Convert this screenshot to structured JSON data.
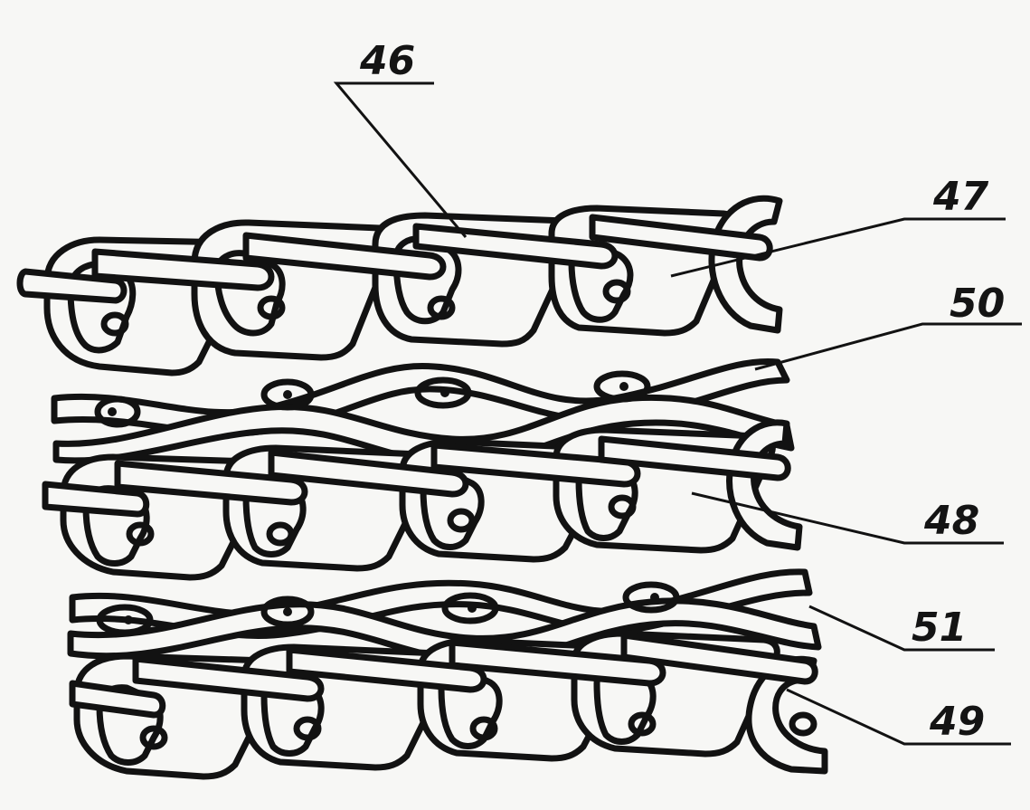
{
  "figure": {
    "callouts": [
      {
        "id": "c46",
        "text": "46"
      },
      {
        "id": "c47",
        "text": "47"
      },
      {
        "id": "c50",
        "text": "50"
      },
      {
        "id": "c48",
        "text": "48"
      },
      {
        "id": "c51",
        "text": "51"
      },
      {
        "id": "c49",
        "text": "49"
      }
    ]
  }
}
